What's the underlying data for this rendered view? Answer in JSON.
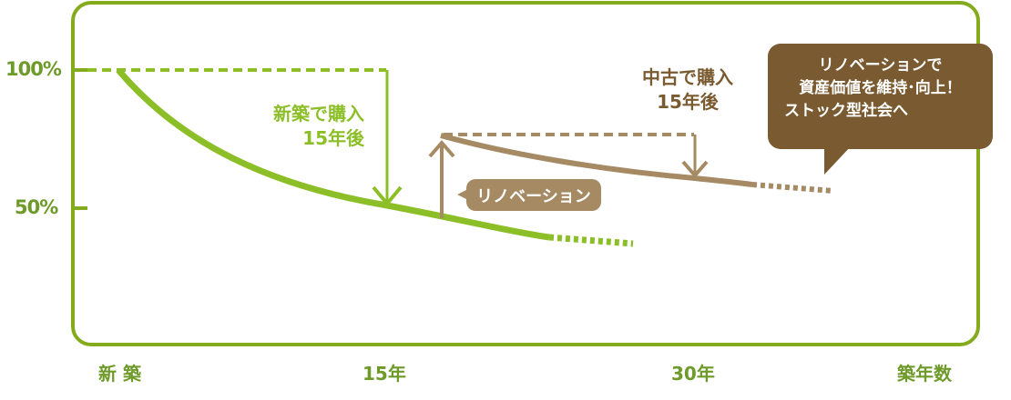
{
  "chart_data": {
    "type": "line",
    "title": "",
    "xlabel": "築年数",
    "ylabel": "",
    "x_ticks": [
      "新 築",
      "15年",
      "30年"
    ],
    "y_ticks": [
      "100%",
      "50%"
    ],
    "ylim": [
      0,
      110
    ],
    "grid": false,
    "series": [
      {
        "name": "新築で購入",
        "color": "#8cbf27",
        "x": [
          0,
          5,
          10,
          15,
          20,
          25,
          28
        ],
        "y": [
          100,
          78,
          62,
          50,
          44,
          40,
          39
        ],
        "note": "solid to ~22 years, dotted after"
      },
      {
        "name": "中古で購入（リノベーション後）",
        "color": "#a58a64",
        "x": [
          17,
          20,
          25,
          30,
          33,
          36
        ],
        "y": [
          76,
          70,
          65,
          61,
          58,
          56
        ],
        "note": "solid to ~33 years, dotted after"
      }
    ],
    "annotations": [
      {
        "text": "新築で購入\n15年後",
        "color": "#8cbf27",
        "arrow": "down from 100% to 50% at 15 years"
      },
      {
        "text": "中古で購入\n15年後",
        "color": "#7a5a30",
        "arrow": "down at ~30 years"
      },
      {
        "text": "リノベーション",
        "arrow": "up from green curve to brown curve at ~17 years"
      },
      {
        "text": "リノベーションで\n資産価値を維持・向上！\nストック型社会へ"
      }
    ]
  },
  "labels": {
    "y100": "100%",
    "y50": "50%",
    "x_new": "新 築",
    "x_15": "15年",
    "x_30": "30年",
    "x_axis": "築年数",
    "new_note_1": "新築で購入",
    "new_note_2": "15年後",
    "used_note_1": "中古で購入",
    "used_note_2": "15年後",
    "renovation": "リノベーション",
    "callout_1": "リノベーションで",
    "callout_2": "資産価値を維持･向上！",
    "callout_3": "ストック型社会へ"
  },
  "colors": {
    "frame": "#84ab1c",
    "green": "#8cbf27",
    "brown_light": "#a58a64",
    "brown_dark": "#7a5a30"
  }
}
